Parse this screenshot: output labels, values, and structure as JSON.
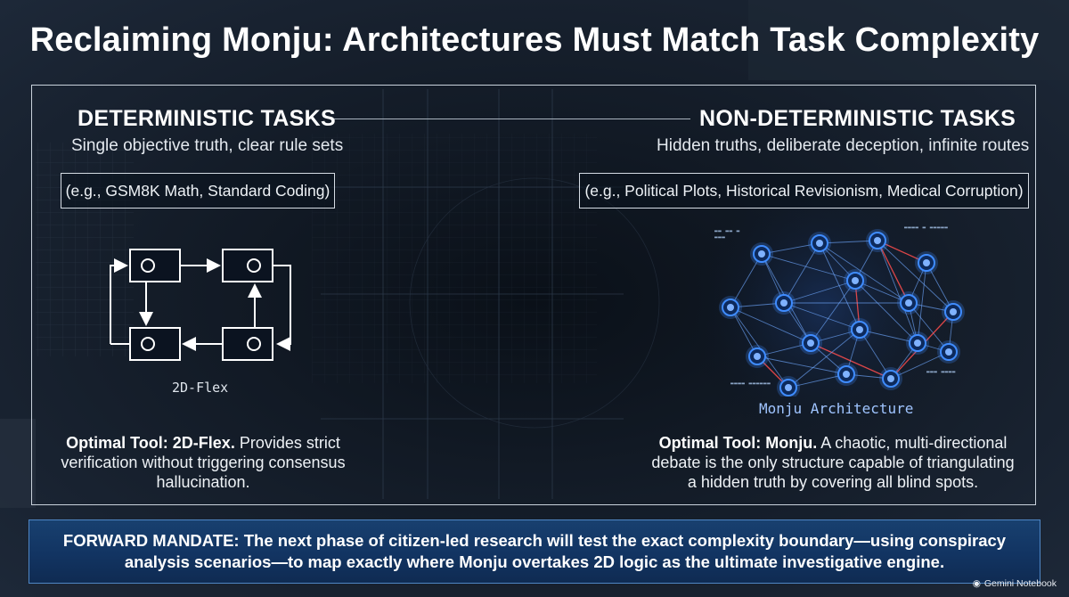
{
  "title": "Reclaiming Monju: Architectures Must Match Task Complexity",
  "left": {
    "heading": "DETERMINISTIC TASKS",
    "subtitle": "Single objective truth, clear rule sets",
    "examples": "(e.g., GSM8K Math, Standard Coding)",
    "diagram_label": "2D-Flex",
    "tool_prefix": "Optimal Tool: 2D-Flex.",
    "tool_text_1": " Provides strict",
    "tool_text_2": "verification without triggering consensus",
    "tool_text_3": "hallucination."
  },
  "right": {
    "heading": "NON-DETERMINISTIC TASKS",
    "subtitle": "Hidden truths, deliberate deception, infinite routes",
    "examples": "(e.g., Political Plots, Historical Revisionism, Medical Corruption)",
    "diagram_label": "Monju Architecture",
    "tool_prefix": "Optimal Tool: Monju.",
    "tool_text_1": " A chaotic, multi-directional",
    "tool_text_2": "debate is the only structure capable of triangulating",
    "tool_text_3": "a hidden truth by covering all blind spots."
  },
  "mandate": {
    "line1": "FORWARD MANDATE: The next phase of citizen-led research will test the exact complexity boundary—using conspiracy",
    "line2": "analysis scenarios—to map exactly where Monju overtakes 2D logic as the ultimate investigative engine."
  },
  "watermark": "Gemini Notebook",
  "colors": {
    "background": "#0b1320",
    "network_node": "#3f8cff",
    "network_edge": "#6fa8ff",
    "network_accent": "#ff4d4d",
    "mandate_bar": "#123462"
  }
}
